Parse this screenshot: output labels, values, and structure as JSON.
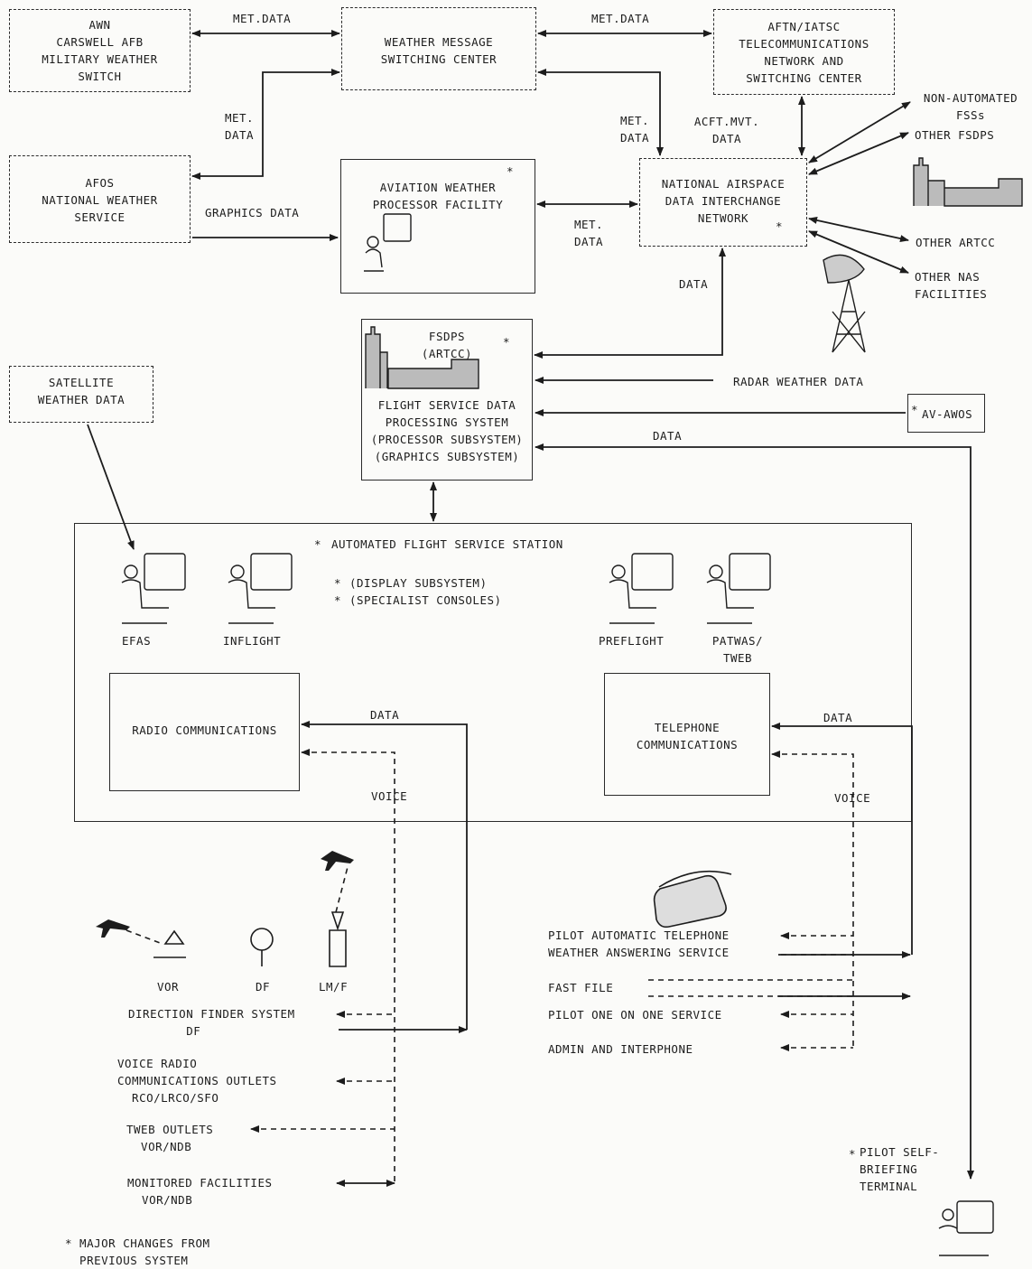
{
  "boxes": {
    "awn": "AWN\nCARSWELL AFB\nMILITARY WEATHER\nSWITCH",
    "wmsc": "WEATHER MESSAGE\nSWITCHING CENTER",
    "aftn": "AFTN/IATSC\nTELECOMMUNICATIONS\nNETWORK AND\nSWITCHING CENTER",
    "afos": "AFOS\nNATIONAL WEATHER\nSERVICE",
    "awpf": "AVIATION WEATHER\nPROCESSOR FACILITY",
    "nadin": "NATIONAL AIRSPACE\nDATA INTERCHANGE\nNETWORK",
    "fsdps_title": "FSDPS\n(ARTCC)",
    "fsdps_body": "FLIGHT SERVICE DATA\nPROCESSING SYSTEM\n(PROCESSOR SUBSYSTEM)\n(GRAPHICS SUBSYSTEM)",
    "satellite": "SATELLITE\nWEATHER DATA",
    "avawos": "AV-AWOS",
    "afss": "AUTOMATED FLIGHT SERVICE STATION",
    "display_sub": "(DISPLAY SUBSYSTEM)",
    "specialist": "(SPECIALIST CONSOLES)",
    "radio": "RADIO COMMUNICATIONS",
    "telephone": "TELEPHONE\nCOMMUNICATIONS"
  },
  "stars": {
    "symbol": "*",
    "avawos": "*"
  },
  "links": {
    "met_data": "MET.DATA",
    "met_data2": "MET.\nDATA",
    "acft_mvt": "ACFT.MVT.\nDATA",
    "graphics": "GRAPHICS DATA",
    "data": "DATA",
    "radar": "RADAR WEATHER DATA",
    "voice": "VOICE"
  },
  "outputs": [
    "NON-AUTOMATED\nFSSs",
    "OTHER FSDPS",
    "OTHER ARTCC",
    "OTHER NAS\nFACILITIES"
  ],
  "consoles": [
    "EFAS",
    "INFLIGHT",
    "PREFLIGHT",
    "PATWAS/\nTWEB"
  ],
  "nav": [
    "VOR",
    "DF",
    "LM/F"
  ],
  "radio_services": [
    "DIRECTION FINDER SYSTEM\n        DF",
    "VOICE RADIO\nCOMMUNICATIONS OUTLETS\n  RCO/LRCO/SFO",
    "TWEB OUTLETS\n  VOR/NDB",
    "MONITORED FACILITIES\n  VOR/NDB"
  ],
  "phone_services": [
    "PILOT AUTOMATIC TELEPHONE\nWEATHER ANSWERING SERVICE",
    "FAST FILE",
    "PILOT ONE ON ONE SERVICE",
    "ADMIN AND INTERPHONE"
  ],
  "pilot_terminal": "PILOT SELF-\nBRIEFING\nTERMINAL",
  "footnote": "* MAJOR CHANGES FROM\n  PREVIOUS SYSTEM"
}
